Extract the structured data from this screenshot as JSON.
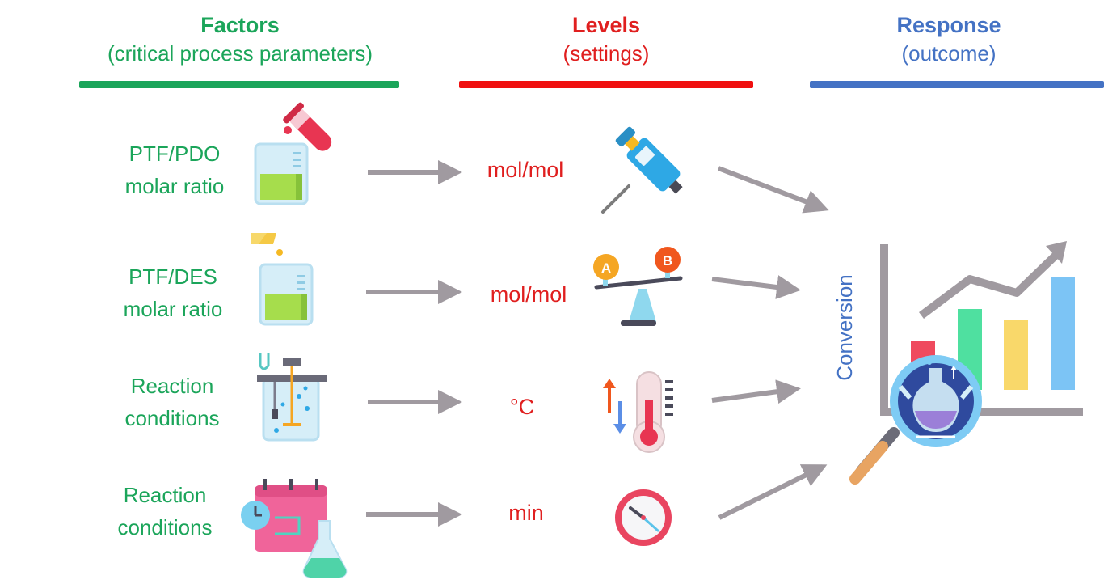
{
  "headers": {
    "factors": {
      "title": "Factors",
      "subtitle": "(critical process parameters)",
      "color": "#1ba55a"
    },
    "levels": {
      "title": "Levels",
      "subtitle": "(settings)",
      "color": "#e01f1f"
    },
    "response": {
      "title": "Response",
      "subtitle": "(outcome)",
      "color": "#4472c4"
    }
  },
  "rows": [
    {
      "factor_line1": "PTF/PDO",
      "factor_line2": "molar ratio",
      "level": "mol/mol",
      "factor_icon": "beaker-test-tube-icon",
      "level_icon": "pipette-icon"
    },
    {
      "factor_line1": "PTF/DES",
      "factor_line2": "molar ratio",
      "level": "mol/mol",
      "factor_icon": "beaker-pour-icon",
      "level_icon": "balance-scale-icon"
    },
    {
      "factor_line1": "Reaction",
      "factor_line2": "conditions",
      "level": "°C",
      "factor_icon": "reactor-vessel-icon",
      "level_icon": "thermometer-icon"
    },
    {
      "factor_line1": "Reaction",
      "factor_line2": "conditions",
      "level": "min",
      "factor_icon": "calendar-flask-icon",
      "level_icon": "clock-icon"
    }
  ],
  "response": {
    "label": "Conversion",
    "icon": "chart-magnifier-flask-icon"
  },
  "scale_labels": {
    "a": "A",
    "b": "B"
  },
  "colors": {
    "arrow": "#a09aa0"
  }
}
